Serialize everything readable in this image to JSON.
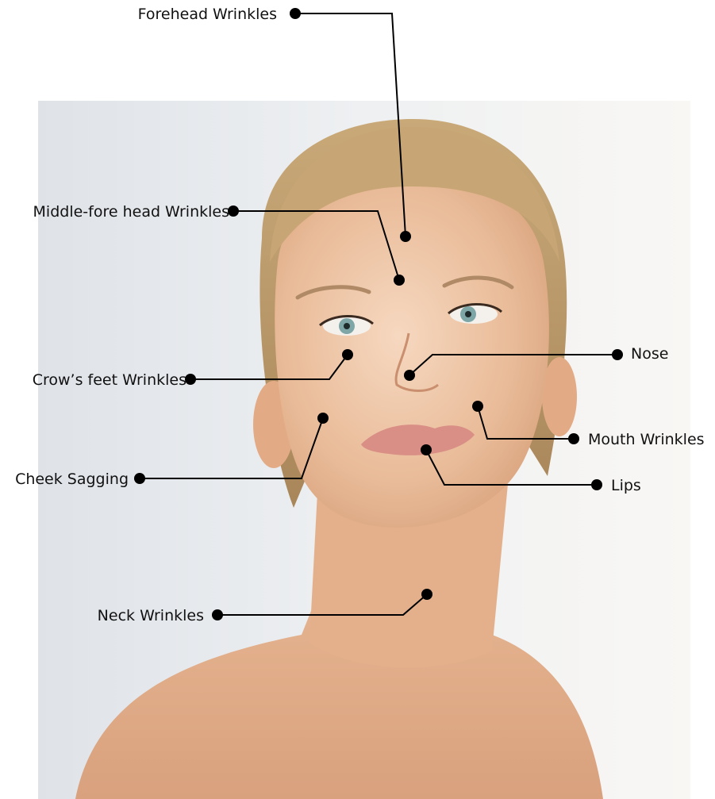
{
  "photo": {
    "subject": "portrait-photo"
  },
  "callouts": [
    {
      "id": "forehead-wrinkles",
      "label": "Forehead Wrinkles"
    },
    {
      "id": "middle-forehead-wrinkles",
      "label": "Middle-fore head Wrinkles"
    },
    {
      "id": "crows-feet-wrinkles",
      "label": "Crow’s feet Wrinkles"
    },
    {
      "id": "cheek-sagging",
      "label": "Cheek Sagging"
    },
    {
      "id": "neck-wrinkles",
      "label": "Neck Wrinkles"
    },
    {
      "id": "nose",
      "label": "Nose"
    },
    {
      "id": "mouth-wrinkles",
      "label": "Mouth Wrinkles"
    },
    {
      "id": "lips",
      "label": "Lips"
    }
  ]
}
